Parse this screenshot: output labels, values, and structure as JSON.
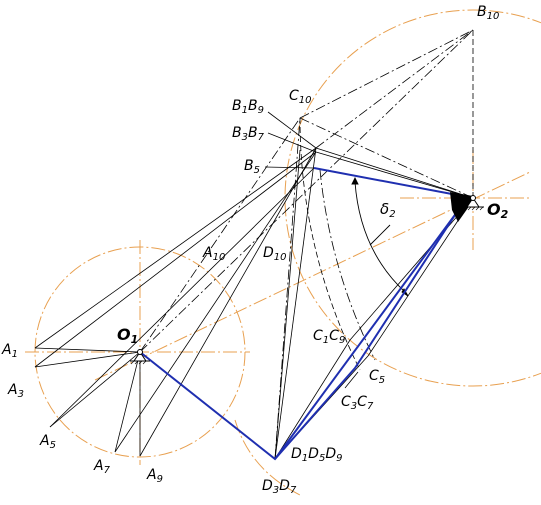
{
  "colors": {
    "linkage": "#1f2fb0",
    "construction": "#000000",
    "circle": "#e8a050",
    "background": "#ffffff"
  },
  "pivots": {
    "o1": {
      "base": "O",
      "sub": "1"
    },
    "o2": {
      "base": "O",
      "sub": "2"
    }
  },
  "labels": {
    "b10": {
      "base": "B",
      "sub": "10"
    },
    "c10": {
      "base": "C",
      "sub": "10"
    },
    "b1b9": {
      "parts": [
        [
          "B",
          "1"
        ],
        [
          "B",
          "9"
        ]
      ]
    },
    "b3b7": {
      "parts": [
        [
          "B",
          "3"
        ],
        [
          "B",
          "7"
        ]
      ]
    },
    "b5": {
      "base": "B",
      "sub": "5"
    },
    "a10": {
      "base": "A",
      "sub": "10"
    },
    "d10": {
      "base": "D",
      "sub": "10"
    },
    "delta2": {
      "base": "δ",
      "sub": "2"
    },
    "a1": {
      "base": "A",
      "sub": "1"
    },
    "a3": {
      "base": "A",
      "sub": "3"
    },
    "a5": {
      "base": "A",
      "sub": "5"
    },
    "a7": {
      "base": "A",
      "sub": "7"
    },
    "a9": {
      "base": "A",
      "sub": "9"
    },
    "c1c9": {
      "parts": [
        [
          "C",
          "1"
        ],
        [
          "C",
          "9"
        ]
      ]
    },
    "c5": {
      "base": "C",
      "sub": "5"
    },
    "c3c7": {
      "parts": [
        [
          "C",
          "3"
        ],
        [
          "C",
          "7"
        ]
      ]
    },
    "d1d5d9": {
      "parts": [
        [
          "D",
          "1"
        ],
        [
          "D",
          "5"
        ],
        [
          "D",
          "9"
        ]
      ]
    },
    "d3d7": {
      "parts": [
        [
          "D",
          "3"
        ],
        [
          "D",
          "7"
        ]
      ]
    }
  }
}
